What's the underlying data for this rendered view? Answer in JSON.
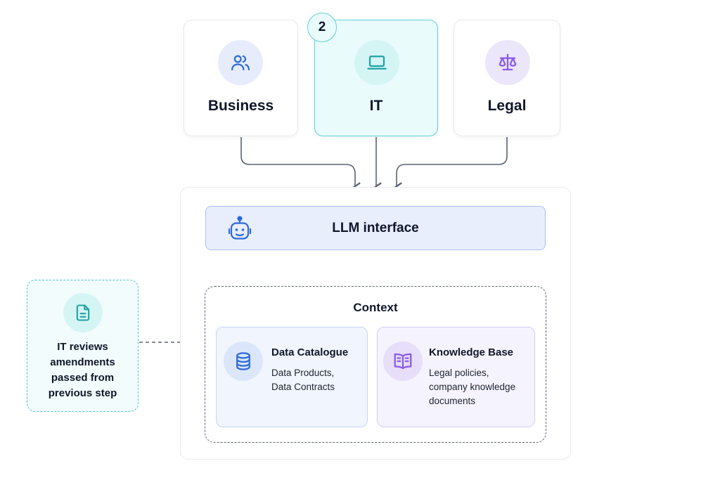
{
  "stakeholders": {
    "business": {
      "label": "Business",
      "icon": "users-icon",
      "icon_bg": "#e6ecfb",
      "icon_color": "#2e6bd9"
    },
    "it": {
      "label": "IT",
      "icon": "laptop-icon",
      "badge": "2",
      "icon_bg": "#d5f5f5",
      "icon_color": "#1fa3a3"
    },
    "legal": {
      "label": "Legal",
      "icon": "scale-icon",
      "icon_bg": "#ece6fb",
      "icon_color": "#8a5be6"
    }
  },
  "llm": {
    "label": "LLM interface",
    "icon": "robot-icon",
    "icon_color": "#2e6bd9"
  },
  "context": {
    "title": "Context",
    "data_catalogue": {
      "title": "Data Catalogue",
      "line1": "Data Products,",
      "line2": "Data Contracts",
      "icon": "database-icon"
    },
    "knowledge_base": {
      "title": "Knowledge Base",
      "line1": "Legal policies,",
      "line2": "company knowledge",
      "line3": "documents",
      "icon": "book-icon"
    }
  },
  "note": {
    "line1": "IT reviews",
    "line2": "amendments",
    "line3": "passed from",
    "line4": "previous step",
    "icon": "document-icon"
  },
  "colors": {
    "accent_teal": "#5dd3d3",
    "accent_blue": "#2e6bd9",
    "accent_purple": "#8a5be6",
    "connector": "#5b6275"
  }
}
